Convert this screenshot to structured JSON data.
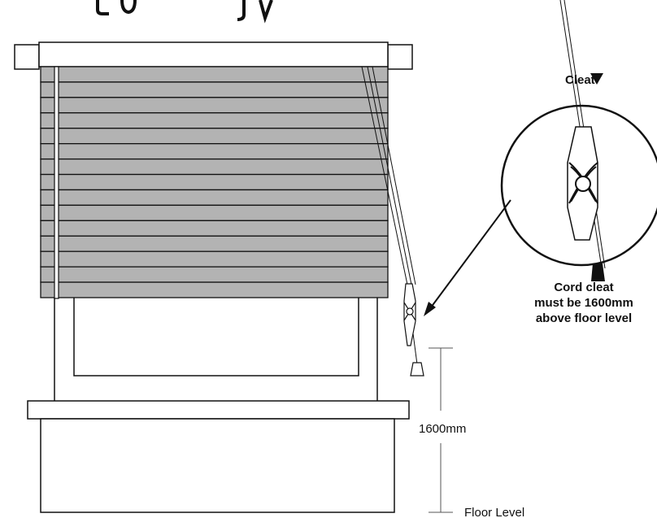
{
  "labels": {
    "cleat": "Cleat",
    "note_line1": "Cord cleat",
    "note_line2": "must be 1600mm",
    "note_line3": "above floor level",
    "height": "1600mm",
    "floor": "Floor Level"
  },
  "blind": {
    "slat_count": 15
  },
  "colors": {
    "stroke": "#111111",
    "slat": "#b3b3b3",
    "background": "#ffffff"
  }
}
